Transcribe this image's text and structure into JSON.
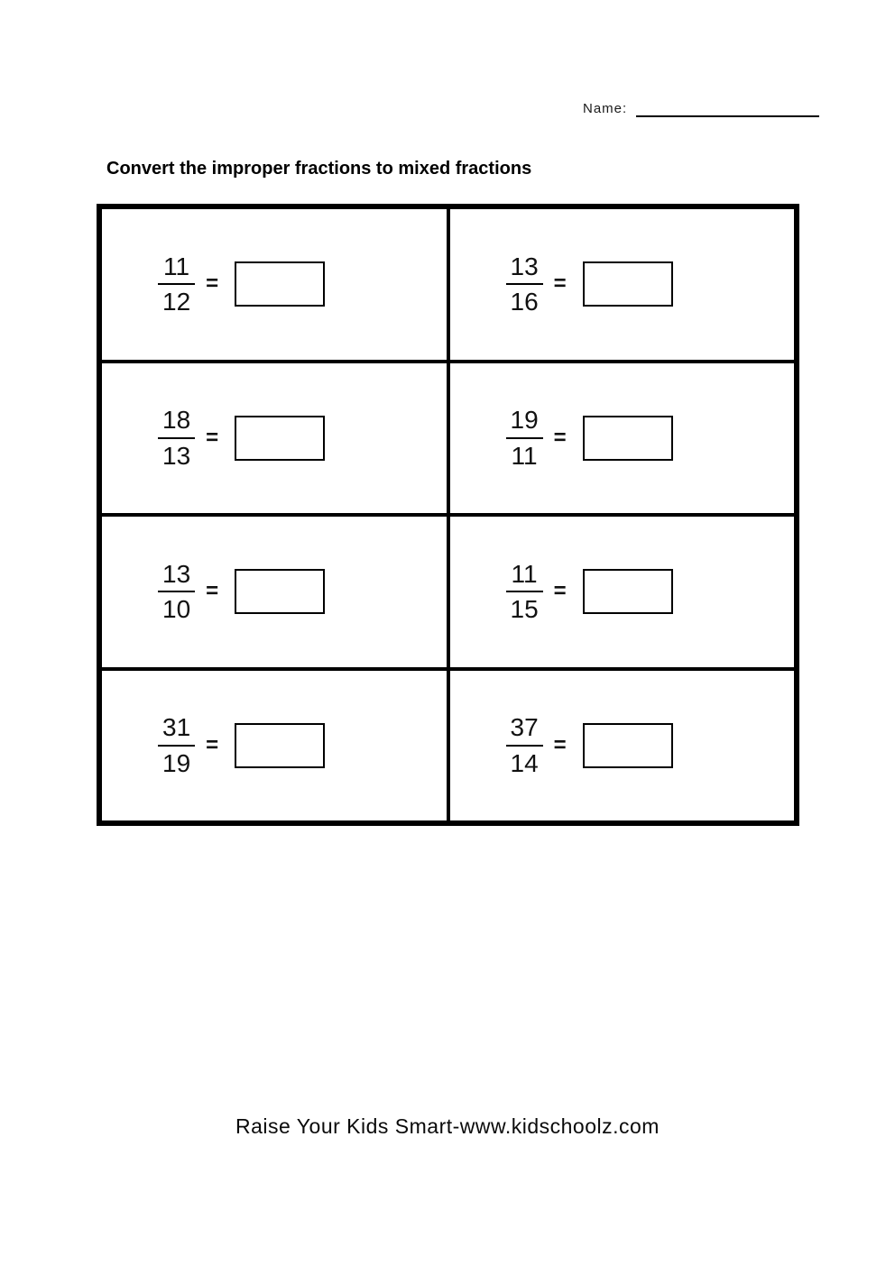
{
  "page": {
    "name_label": "Name:",
    "heading": "Convert the improper fractions to mixed fractions",
    "equals": "=",
    "footer": "Raise Your Kids Smart-www.kidschoolz.com"
  },
  "problems": [
    {
      "numerator": "11",
      "denominator": "12"
    },
    {
      "numerator": "13",
      "denominator": "16"
    },
    {
      "numerator": "18",
      "denominator": "13"
    },
    {
      "numerator": "19",
      "denominator": "11"
    },
    {
      "numerator": "13",
      "denominator": "10"
    },
    {
      "numerator": "11",
      "denominator": "15"
    },
    {
      "numerator": "31",
      "denominator": "19"
    },
    {
      "numerator": "37",
      "denominator": "14"
    }
  ]
}
